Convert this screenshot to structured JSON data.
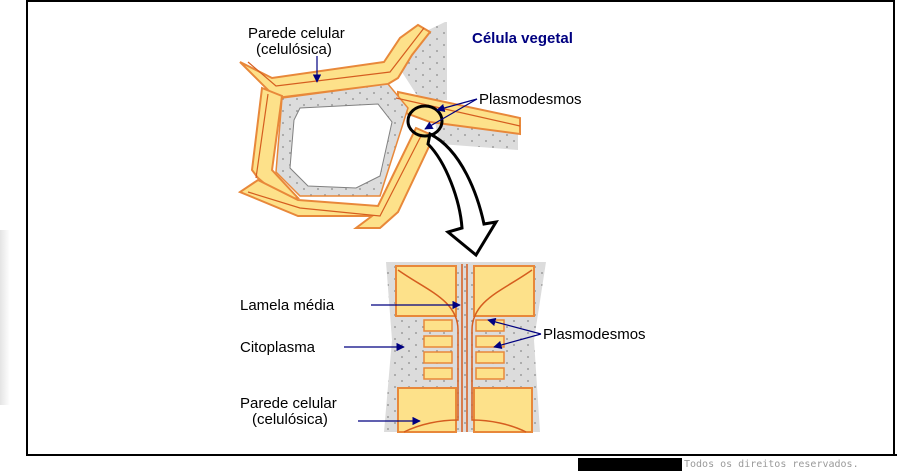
{
  "title": "Célula vegetal",
  "labels": {
    "parede_top_1": "Parede celular",
    "parede_top_2": "(celulósica)",
    "plasmodesmos_top": "Plasmodesmos",
    "lamela": "Lamela média",
    "citoplasma": "Citoplasma",
    "plasmodesmos_bottom": "Plasmodesmos",
    "parede_bottom_1": "Parede celular",
    "parede_bottom_2": "(celulósica)"
  },
  "footer": {
    "copyright": "Todos os direitos reservados."
  },
  "colors": {
    "wall_fill": "#fde18a",
    "wall_outline": "#e8883a",
    "cytoplasm": "#dcdcdc",
    "lamella": "#d55d1f",
    "label_text": "#000080",
    "title": "#000080"
  }
}
